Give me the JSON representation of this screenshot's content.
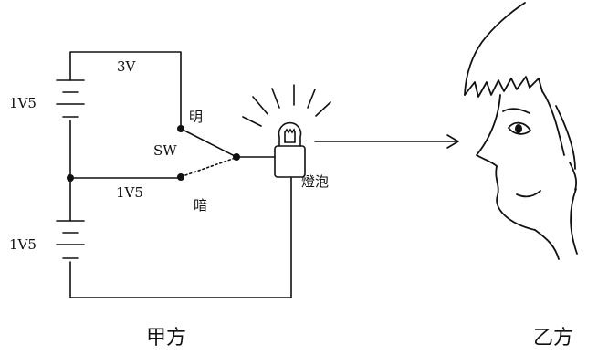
{
  "labels": {
    "top_voltage": "3V",
    "battery_upper": "1V5",
    "battery_lower": "1V5",
    "mid_voltage": "1V5",
    "switch": "SW",
    "bright": "明",
    "dim": "暗",
    "bulb": "燈泡"
  },
  "captions": {
    "sender": "甲方",
    "receiver": "乙方"
  }
}
